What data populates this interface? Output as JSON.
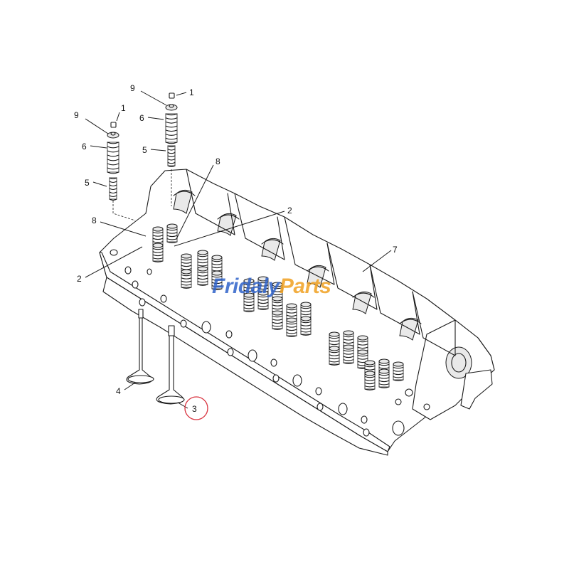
{
  "diagram": {
    "callouts": [
      {
        "id": "c9a",
        "label": "9"
      },
      {
        "id": "c1a",
        "label": "1"
      },
      {
        "id": "c6a",
        "label": "6"
      },
      {
        "id": "c5a",
        "label": "5"
      },
      {
        "id": "c9b",
        "label": "9"
      },
      {
        "id": "c1b",
        "label": "1"
      },
      {
        "id": "c6b",
        "label": "6"
      },
      {
        "id": "c5b",
        "label": "5"
      },
      {
        "id": "c8a",
        "label": "8"
      },
      {
        "id": "c8b",
        "label": "8"
      },
      {
        "id": "c2a",
        "label": "2"
      },
      {
        "id": "c2b",
        "label": "2"
      },
      {
        "id": "c7",
        "label": "7"
      },
      {
        "id": "c4",
        "label": "4"
      },
      {
        "id": "c3",
        "label": "3"
      }
    ],
    "highlighted_callout": "3",
    "highlight_color": "#d9333f"
  },
  "watermark": {
    "text_part1": "Fridaly",
    "text_part2": "Parts",
    "color1": "#2f62c9",
    "color2": "#f0a020"
  }
}
